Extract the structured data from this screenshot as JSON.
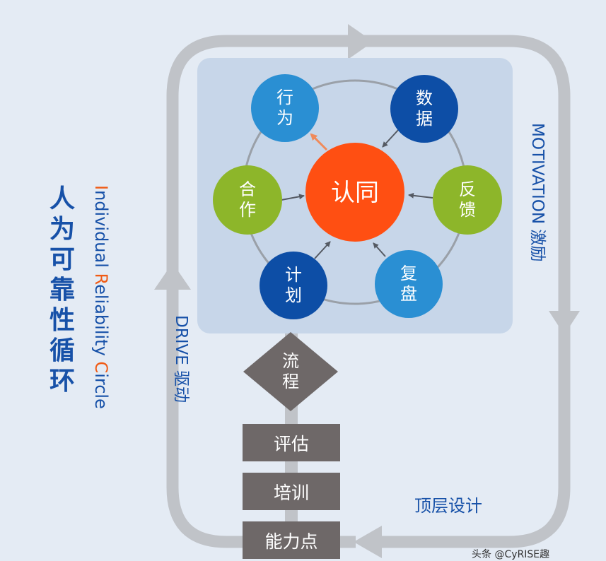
{
  "title": {
    "chars": [
      "人",
      "为",
      "可",
      "靠",
      "性",
      "循",
      "环"
    ]
  },
  "subtitle": {
    "parts": [
      {
        "text": "I",
        "highlight": true
      },
      {
        "text": "ndividual ",
        "highlight": false
      },
      {
        "text": "R",
        "highlight": true
      },
      {
        "text": "eliability ",
        "highlight": false
      },
      {
        "text": "C",
        "highlight": true
      },
      {
        "text": "ircle",
        "highlight": false
      }
    ]
  },
  "labels": {
    "motivation": "MOTIVATION 激励",
    "drive": "DRIVE 驱动",
    "top_design": "顶层设计"
  },
  "center": {
    "text": "认同"
  },
  "nodes": [
    {
      "id": "xingwei",
      "line1": "行",
      "line2": "为",
      "color": "#2a8fd3"
    },
    {
      "id": "shuju",
      "line1": "数",
      "line2": "据",
      "color": "#0d4ea6"
    },
    {
      "id": "fankui",
      "line1": "反",
      "line2": "馈",
      "color": "#8db62a"
    },
    {
      "id": "fupan",
      "line1": "复",
      "line2": "盘",
      "color": "#2a8fd3"
    },
    {
      "id": "jihua",
      "line1": "计",
      "line2": "划",
      "color": "#0d4ea6"
    },
    {
      "id": "hezuo",
      "line1": "合",
      "line2": "作",
      "color": "#8db62a"
    }
  ],
  "process": {
    "line1": "流",
    "line2": "程"
  },
  "steps": [
    "评估",
    "培训",
    "能力点"
  ],
  "colors": {
    "title_blue": "#1751a8",
    "accent_orange": "#f05a14",
    "center_red": "#ff4f12",
    "loop_gray": "#c0c3c8",
    "panel": "#c7d6e9",
    "step_gray": "#6e6868"
  },
  "watermark": "头条 @CyRISE趣"
}
